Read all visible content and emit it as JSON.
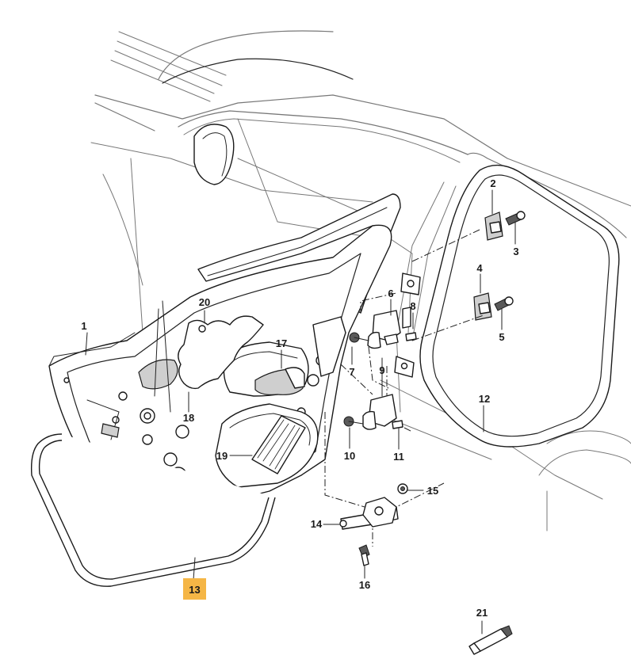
{
  "diagram": {
    "callouts": [
      {
        "id": "c1",
        "label": "1"
      },
      {
        "id": "c2",
        "label": "2"
      },
      {
        "id": "c3",
        "label": "3"
      },
      {
        "id": "c4",
        "label": "4"
      },
      {
        "id": "c5",
        "label": "5"
      },
      {
        "id": "c6",
        "label": "6"
      },
      {
        "id": "c7",
        "label": "7"
      },
      {
        "id": "c8",
        "label": "8"
      },
      {
        "id": "c9",
        "label": "9"
      },
      {
        "id": "c10",
        "label": "10"
      },
      {
        "id": "c11",
        "label": "11"
      },
      {
        "id": "c12",
        "label": "12"
      },
      {
        "id": "c13",
        "label": "13",
        "highlighted": true
      },
      {
        "id": "c14",
        "label": "14"
      },
      {
        "id": "c15",
        "label": "15"
      },
      {
        "id": "c16",
        "label": "16"
      },
      {
        "id": "c17",
        "label": "17"
      },
      {
        "id": "c18",
        "label": "18"
      },
      {
        "id": "c19",
        "label": "19"
      },
      {
        "id": "c20",
        "label": "20"
      },
      {
        "id": "c21",
        "label": "21"
      }
    ],
    "colors": {
      "highlight": "#f5b646",
      "line": "#1a1a1a",
      "body_line": "#777777",
      "background": "#ffffff"
    }
  }
}
